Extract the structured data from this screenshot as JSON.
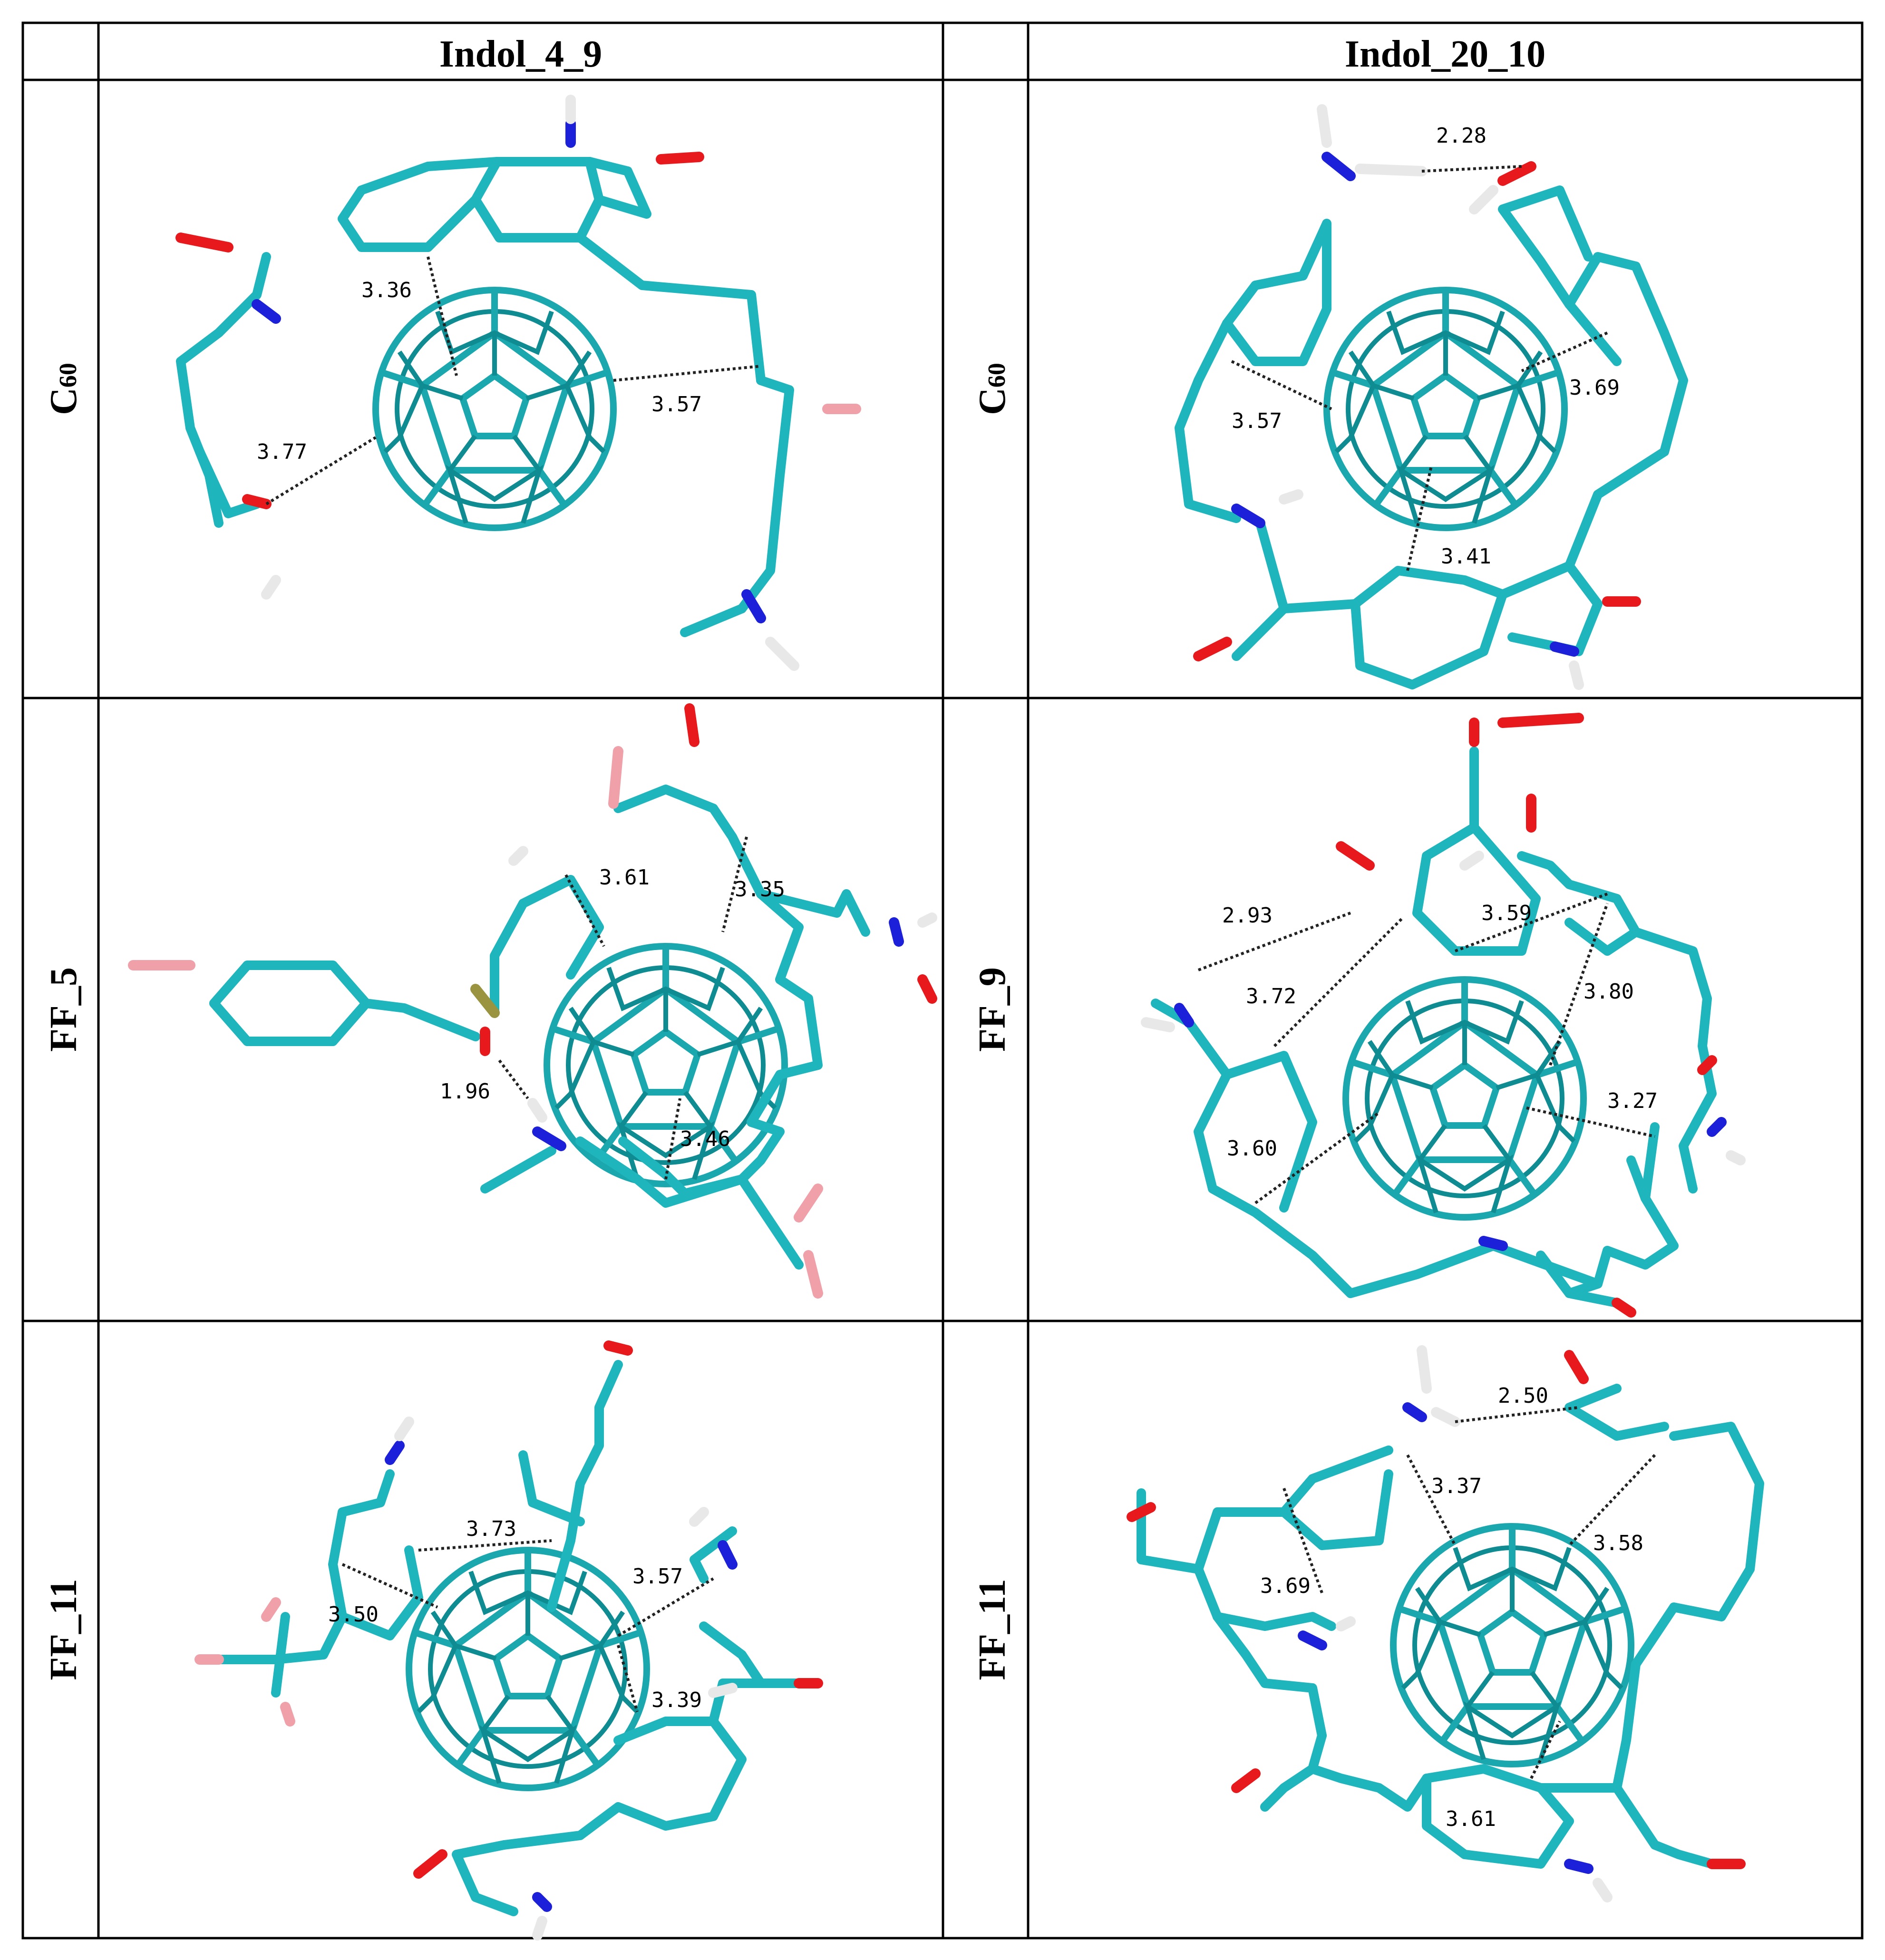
{
  "columns": [
    "",
    "Indol_4_9",
    "Indol_20_10"
  ],
  "rows": [
    {
      "left_label": "C",
      "left_sub": "60",
      "right_label": "C",
      "right_sub": "60",
      "left_distances": [
        "3.36",
        "3.57",
        "3.77"
      ],
      "right_distances": [
        "2.28",
        "3.57",
        "3.69",
        "3.41"
      ]
    },
    {
      "left_label": "FF_5",
      "right_label": "FF_9",
      "left_distances": [
        "3.61",
        "3.35",
        "1.96",
        "3.46"
      ],
      "right_distances": [
        "2.93",
        "3.59",
        "3.72",
        "3.80",
        "3.27",
        "3.60"
      ]
    },
    {
      "left_label": "FF_11",
      "right_label": "FF_11",
      "left_distances": [
        "3.73",
        "3.57",
        "3.50",
        "3.39"
      ],
      "right_distances": [
        "2.50",
        "3.37",
        "3.58",
        "3.69",
        "3.61"
      ]
    }
  ],
  "colors": {
    "carbon": "#1fb5bd",
    "oxygen": "#e8191c",
    "nitrogen": "#1c20d8",
    "hydrogen": "#e8e8e8",
    "fluorine": "#f0a0a8",
    "phosphorus": "#9a9340"
  }
}
